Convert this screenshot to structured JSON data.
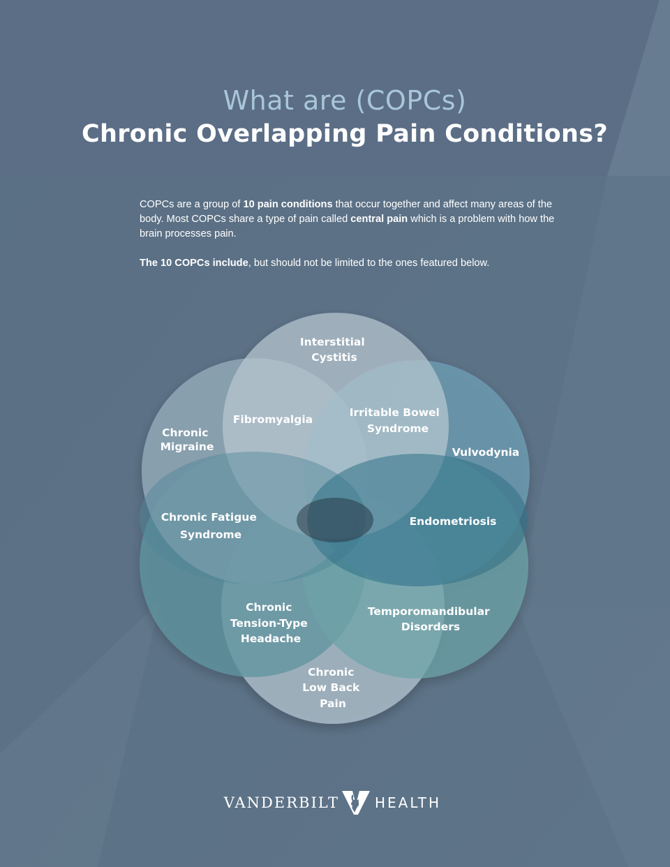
{
  "header": {
    "title_line1": "What are (COPCs)",
    "title_line2": "Chronic Overlapping Pain Conditions?"
  },
  "intro": {
    "p1_part1": "COPCs are a group of ",
    "p1_bold1": "10 pain conditions",
    "p1_part2": " that occur  together and affect many areas of the body. Most COPCs share a type of pain called ",
    "p1_bold2": "central pain",
    "p1_part3": " which is a problem with how the brain processes pain.",
    "p2_bold": "The 10 COPCs include",
    "p2_rest": ", but should not be limited to the ones featured below."
  },
  "venn": {
    "interstitial_cystitis": [
      "Interstitial",
      "Cystitis"
    ],
    "fibromyalgia": [
      "Fibromyalgia"
    ],
    "irritable_bowel_syndrome": [
      "Irritable Bowel",
      "Syndrome"
    ],
    "chronic_migraine": [
      "Chronic",
      "Migraine"
    ],
    "vulvodynia": [
      "Vulvodynia"
    ],
    "chronic_fatigue_syndrome": [
      "Chronic Fatigue",
      "Syndrome"
    ],
    "endometriosis": [
      "Endometriosis"
    ],
    "chronic_tension_type_headache": [
      "Chronic",
      "Tension-Type",
      "Headache"
    ],
    "temporomandibular_disorders": [
      "Temporomandibular",
      "Disorders"
    ],
    "chronic_low_back_pain": [
      "Chronic",
      "Low Back",
      "Pain"
    ],
    "colors": {
      "top": "#b9c9d2",
      "left": "#98afbd",
      "right": "#6f9fb4",
      "middle_left": "#4f8496",
      "middle_right": "#2f7186",
      "bottom_left": "#5f95a0",
      "bottom_right": "#6ea3a8",
      "bottom": "#a8b9c6"
    }
  },
  "footer": {
    "brand_left": "VANDERBILT",
    "brand_right": "HEALTH",
    "logo_icon": "vanderbilt-v-oak-leaf-icon"
  }
}
